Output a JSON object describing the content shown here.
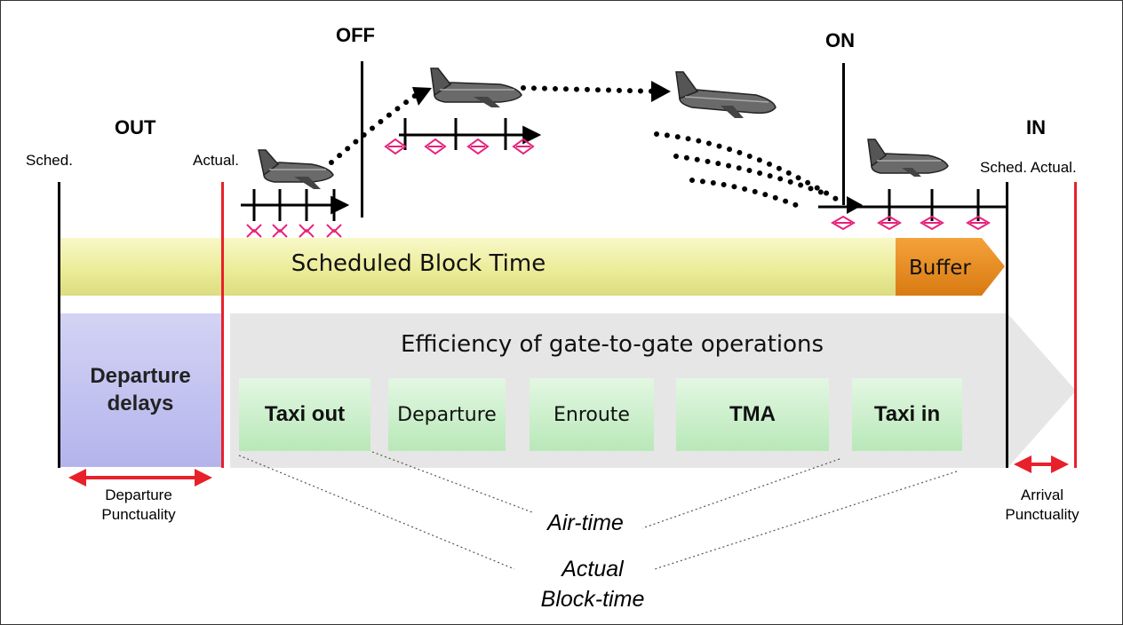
{
  "markers": {
    "out": "OUT",
    "off": "OFF",
    "on": "ON",
    "in": "IN"
  },
  "labels": {
    "sched_left": "Sched.",
    "actual_left": "Actual.",
    "sched_actual_right": "Sched. Actual."
  },
  "bars": {
    "scheduled_block_time": "Scheduled Block Time",
    "buffer": "Buffer",
    "efficiency": "Efficiency of gate-to-gate operations",
    "departure_delays": "Departure\ndelays"
  },
  "phases": [
    "Taxi out",
    "Departure",
    "Enroute",
    "TMA",
    "Taxi in"
  ],
  "bottom": {
    "departure_punctuality": "Departure\nPunctuality",
    "arrival_punctuality": "Arrival\nPunctuality",
    "air_time": "Air-time",
    "actual_block_time_line1": "Actual",
    "actual_block_time_line2": "Block-time"
  },
  "colors": {
    "actual_line": "#e8202a",
    "scheduled_bar": "#ecec9a",
    "buffer": "#e58a1f",
    "delay_box": "#b4b4ec",
    "phase_box": "#c4ecc4",
    "gate_to_gate_arrow": "#e6e6e6",
    "markers": "#e8207a"
  },
  "icons": [
    "airplane-icon"
  ]
}
